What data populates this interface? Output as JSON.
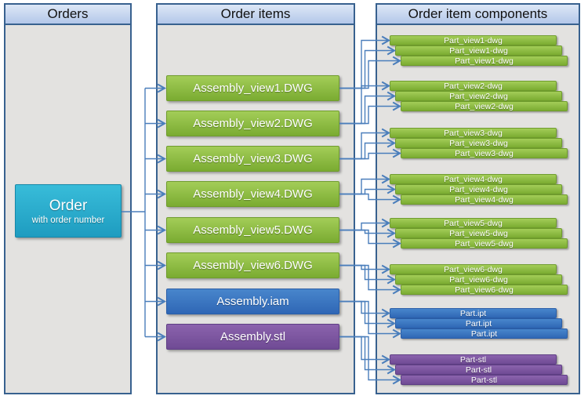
{
  "columns": [
    {
      "header": "Orders"
    },
    {
      "header": "Order items"
    },
    {
      "header": "Order item components"
    }
  ],
  "order": {
    "title": "Order",
    "subtitle": "with order number"
  },
  "order_items": [
    {
      "label": "Assembly_view1.DWG",
      "type": "green"
    },
    {
      "label": "Assembly_view2.DWG",
      "type": "green"
    },
    {
      "label": "Assembly_view3.DWG",
      "type": "green"
    },
    {
      "label": "Assembly_view4.DWG",
      "type": "green"
    },
    {
      "label": "Assembly_view5.DWG",
      "type": "green"
    },
    {
      "label": "Assembly_view6.DWG",
      "type": "green"
    },
    {
      "label": "Assembly.iam",
      "type": "blue"
    },
    {
      "label": "Assembly.stl",
      "type": "purple"
    }
  ],
  "component_stacks": [
    {
      "label": "Part_view1-dwg",
      "type": "green",
      "count": 3
    },
    {
      "label": "Part_view2-dwg",
      "type": "green",
      "count": 3
    },
    {
      "label": "Part_view3-dwg",
      "type": "green",
      "count": 3
    },
    {
      "label": "Part_view4-dwg",
      "type": "green",
      "count": 3
    },
    {
      "label": "Part_view5-dwg",
      "type": "green",
      "count": 3
    },
    {
      "label": "Part_view6-dwg",
      "type": "green",
      "count": 3
    },
    {
      "label": "Part.ipt",
      "type": "blue",
      "count": 3
    },
    {
      "label": "Part-stl",
      "type": "purple",
      "count": 3
    }
  ],
  "colors": {
    "line": "#4a7ebb",
    "panel_border": "#38618f",
    "panel_bg": "#e3e2e0",
    "header_top": "#dde7f6",
    "header_bottom": "#b3c7e9",
    "green_top": "#a3cd58",
    "green_bottom": "#7aab31",
    "teal_top": "#38bcd9",
    "teal_bottom": "#1e9cc0",
    "blue_top": "#4886cc",
    "blue_bottom": "#2f67b5",
    "purple_top": "#8b63ad",
    "purple_bottom": "#6f4a94"
  }
}
